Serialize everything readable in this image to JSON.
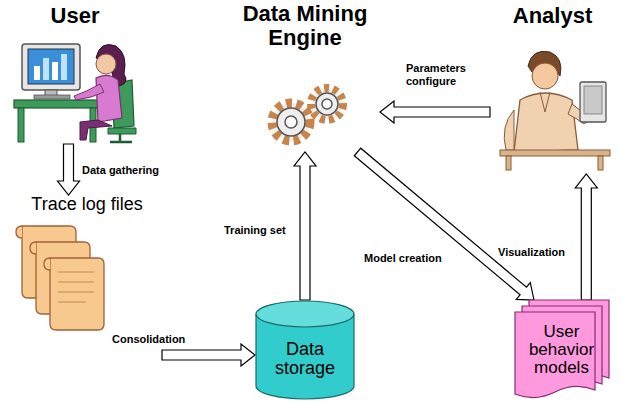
{
  "diagram": {
    "nodes": [
      {
        "text": [
          "User"
        ]
      },
      {
        "text": [
          "Data Mining Engine"
        ]
      },
      {
        "text": [
          "Analyst"
        ]
      },
      {
        "text": [
          "Trace log files"
        ]
      },
      {
        "text": [
          "Data storage"
        ]
      },
      {
        "text": [
          "User behavior models"
        ]
      }
    ],
    "edges": [
      {
        "from": 0,
        "to": 3,
        "arrow": "to",
        "label": "Data gathering"
      },
      {
        "from": 3,
        "to": 4,
        "arrow": "to",
        "label": "Consolidation"
      },
      {
        "from": 4,
        "to": 1,
        "arrow": "to",
        "label": "Training set"
      },
      {
        "from": 2,
        "to": 1,
        "arrow": "to",
        "label": "Parameters configure"
      },
      {
        "from": 1,
        "to": 5,
        "arrow": "to",
        "label": "Model creation"
      },
      {
        "from": 5,
        "to": 2,
        "arrow": "to",
        "label": "Visualization"
      }
    ]
  }
}
